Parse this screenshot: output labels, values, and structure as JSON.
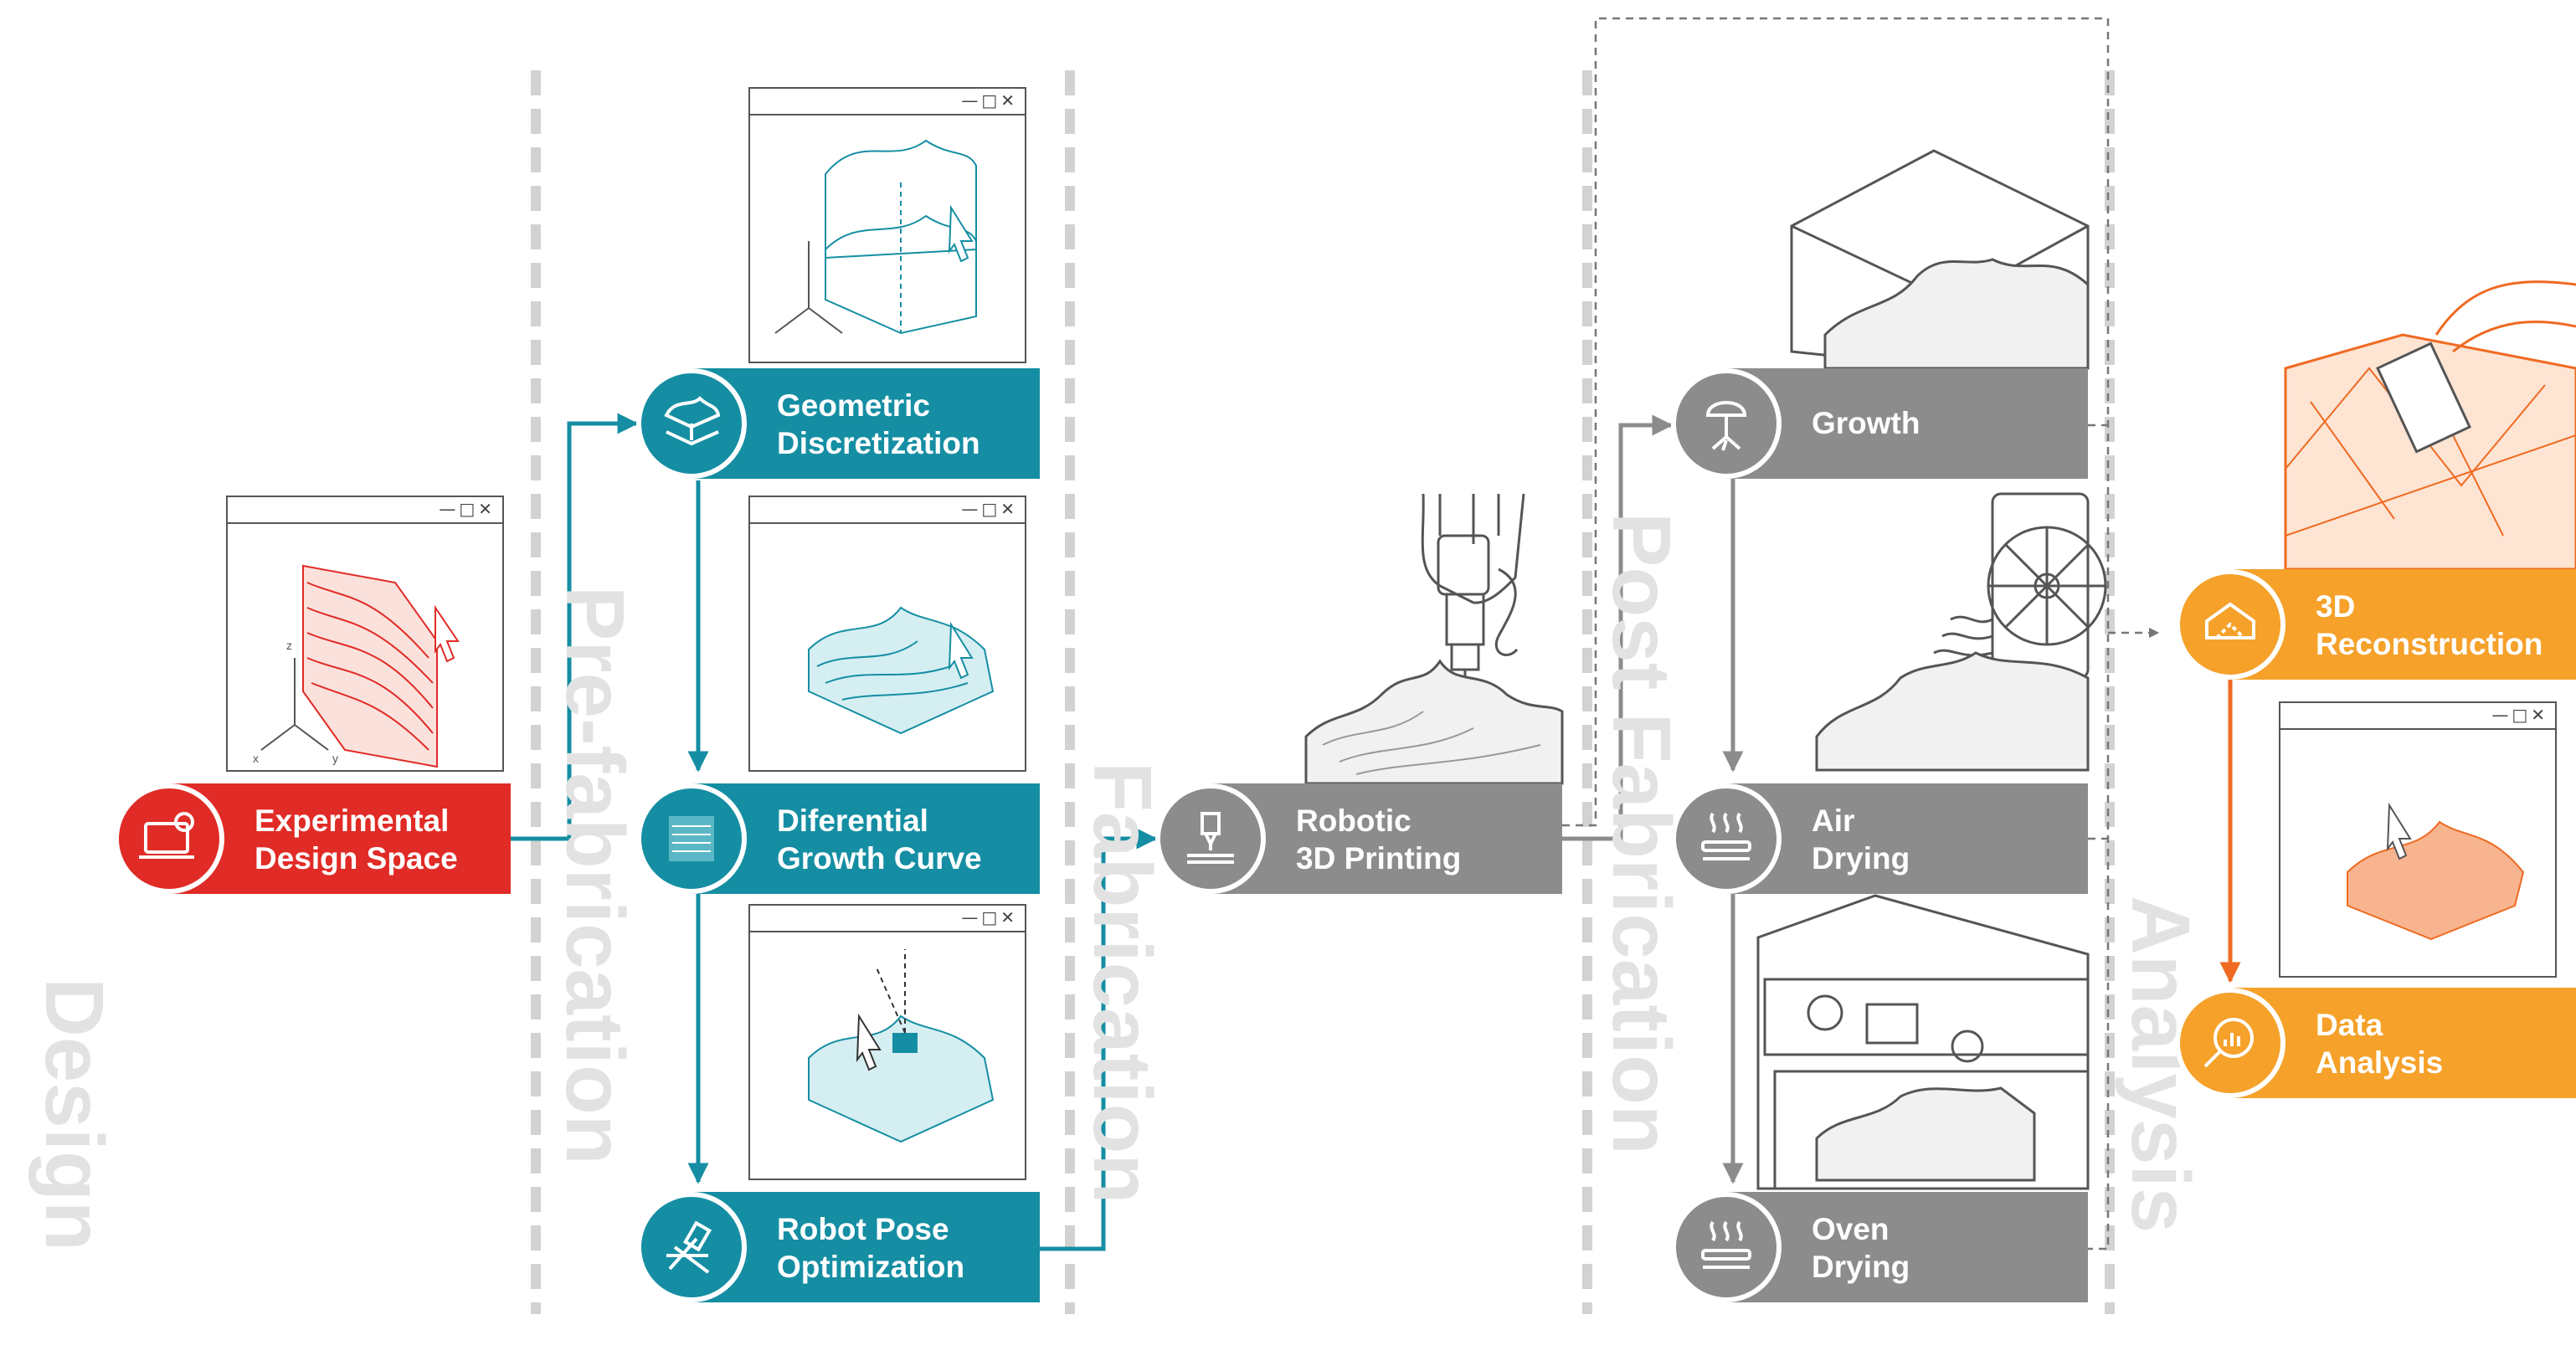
{
  "colors": {
    "design": "#e02b26",
    "prefab": "#158ea3",
    "fab": "#8c8c8c",
    "postfab": "#8c8c8c",
    "analysis": "#f5a12a",
    "phase_text": "#e2e2e2"
  },
  "phases": [
    {
      "id": "design",
      "label": "Design"
    },
    {
      "id": "prefab",
      "label": "Pre-fabrication"
    },
    {
      "id": "fab",
      "label": "Fabrication"
    },
    {
      "id": "postfab",
      "label": "Post Fabrication"
    },
    {
      "id": "analysis",
      "label": "Analysis"
    }
  ],
  "steps": {
    "experimental": {
      "line1": "Experimental",
      "line2": "Design Space",
      "icon": "laptop-gear-icon"
    },
    "geometric": {
      "line1": "Geometric",
      "line2": "Discretization",
      "icon": "terrain-slice-icon"
    },
    "differential": {
      "line1": "Diferential",
      "line2": "Growth Curve",
      "icon": "growth-pattern-icon"
    },
    "robot_pose": {
      "line1": "Robot Pose",
      "line2": "Optimization",
      "icon": "robot-tool-icon"
    },
    "printing": {
      "line1": "Robotic",
      "line2": "3D Printing",
      "icon": "printer-nozzle-icon"
    },
    "growth": {
      "line1": "Growth",
      "line2": "",
      "icon": "mushroom-icon"
    },
    "air_drying": {
      "line1": "Air",
      "line2": "Drying",
      "icon": "heat-waves-icon"
    },
    "oven_drying": {
      "line1": "Oven",
      "line2": "Drying",
      "icon": "heat-waves-icon"
    },
    "reconstruction": {
      "line1": "3D",
      "line2": "Reconstruction",
      "icon": "scan-house-icon"
    },
    "data_analysis": {
      "line1": "Data",
      "line2": "Analysis",
      "icon": "magnifier-chart-icon"
    }
  },
  "windows": {
    "axis_labels": {
      "x": "x",
      "y": "y",
      "z": "z"
    },
    "controls": "—□✕"
  }
}
